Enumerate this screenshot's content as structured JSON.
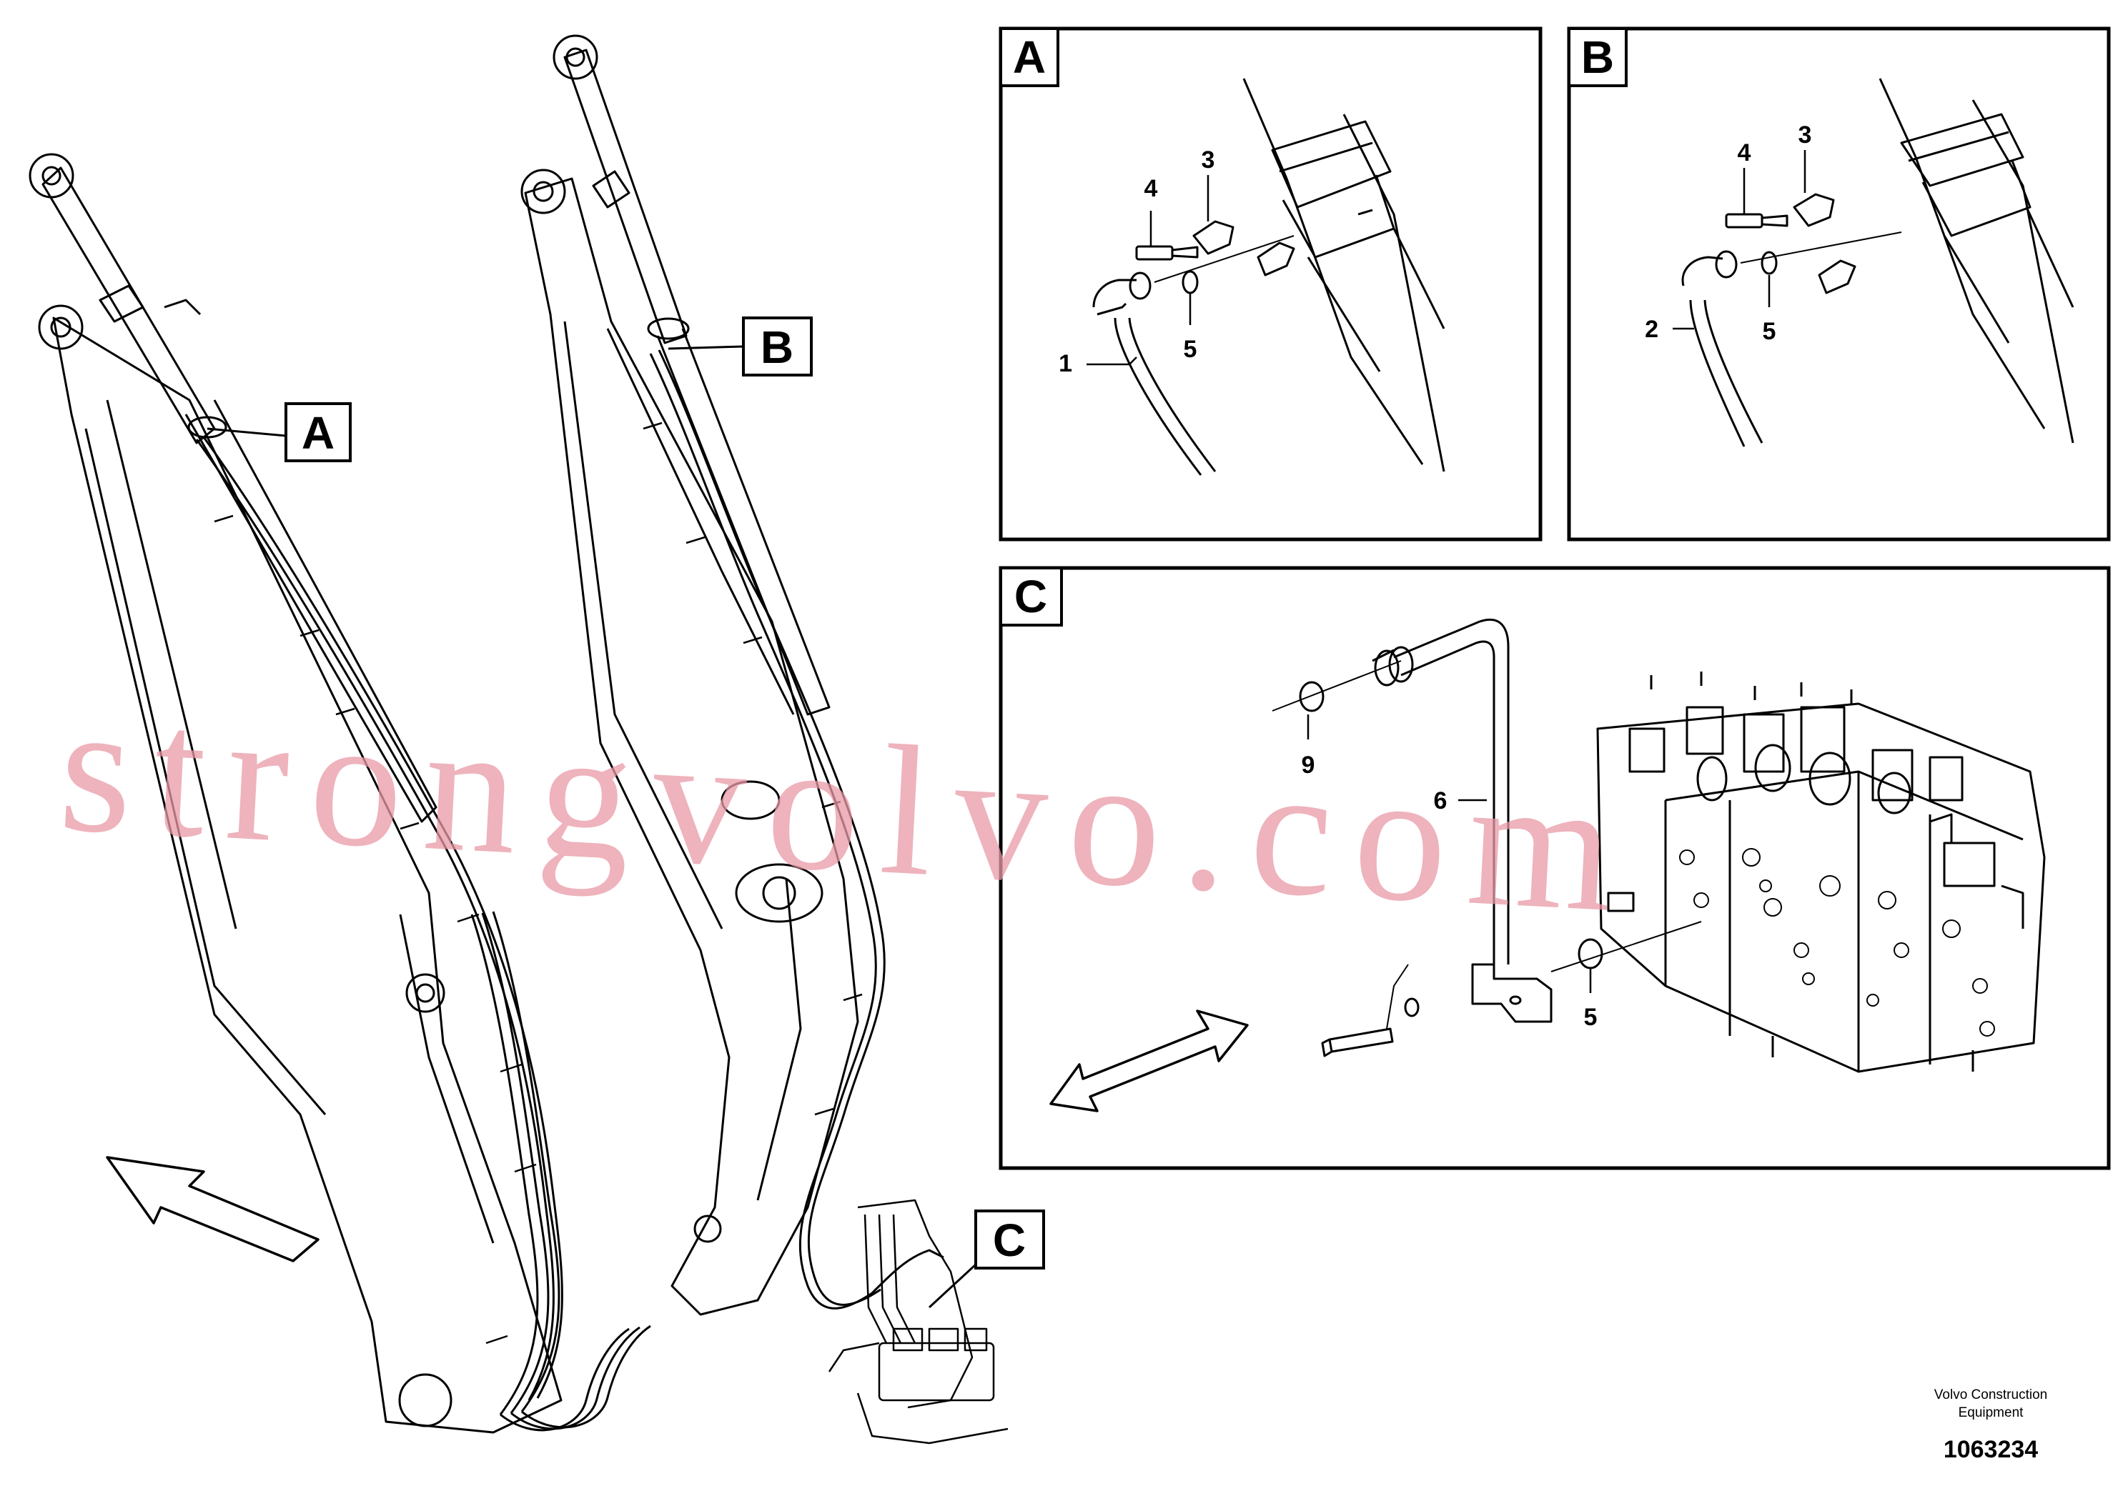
{
  "callouts": {
    "overview": {
      "a": "A",
      "b": "B",
      "c": "C"
    },
    "detail_a": {
      "tag": "A",
      "p1": "1",
      "p3": "3",
      "p4": "4",
      "p5": "5"
    },
    "detail_b": {
      "tag": "B",
      "p2": "2",
      "p3": "3",
      "p4": "4",
      "p5": "5"
    },
    "detail_c": {
      "tag": "C",
      "p5": "5",
      "p6": "6",
      "p9": "9"
    }
  },
  "footer": {
    "company_line1": "Volvo Construction",
    "company_line2": "Equipment",
    "doc_number": "1063234"
  },
  "watermark": "strongvolvo.com",
  "colors": {
    "line": "#000000",
    "watermark": "#e89aa6",
    "background": "#ffffff"
  }
}
